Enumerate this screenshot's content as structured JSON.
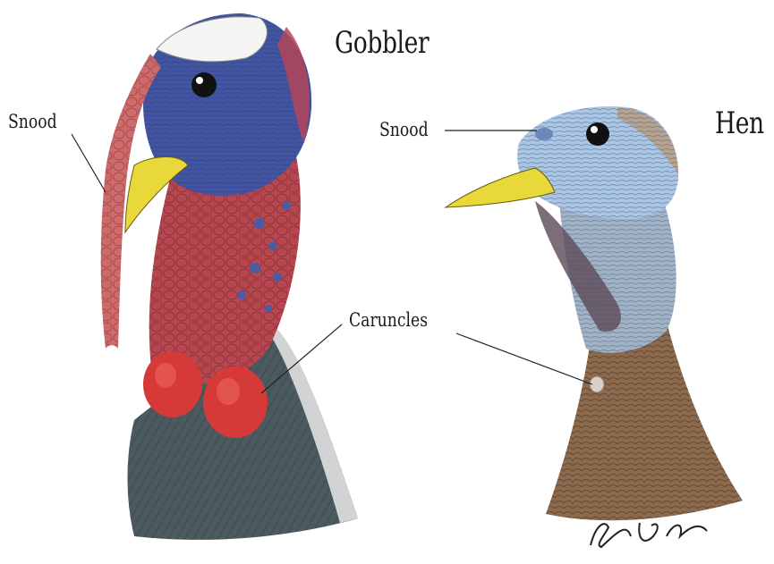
{
  "figure": {
    "gobbler": {
      "title": "Gobbler",
      "labels": {
        "snood": "Snood",
        "caruncles": "Caruncles"
      }
    },
    "hen": {
      "title": "Hen",
      "labels": {
        "snood": "Snood"
      }
    },
    "colors": {
      "gobbler_head_blue": "#3d4fa0",
      "gobbler_neck_red": "#b8464f",
      "gobbler_caruncle_red": "#d63a38",
      "beak_yellow": "#e8d83a",
      "hen_head_blue": "#a9c6e6",
      "hen_neck_brown": "#8c6a4d"
    }
  }
}
